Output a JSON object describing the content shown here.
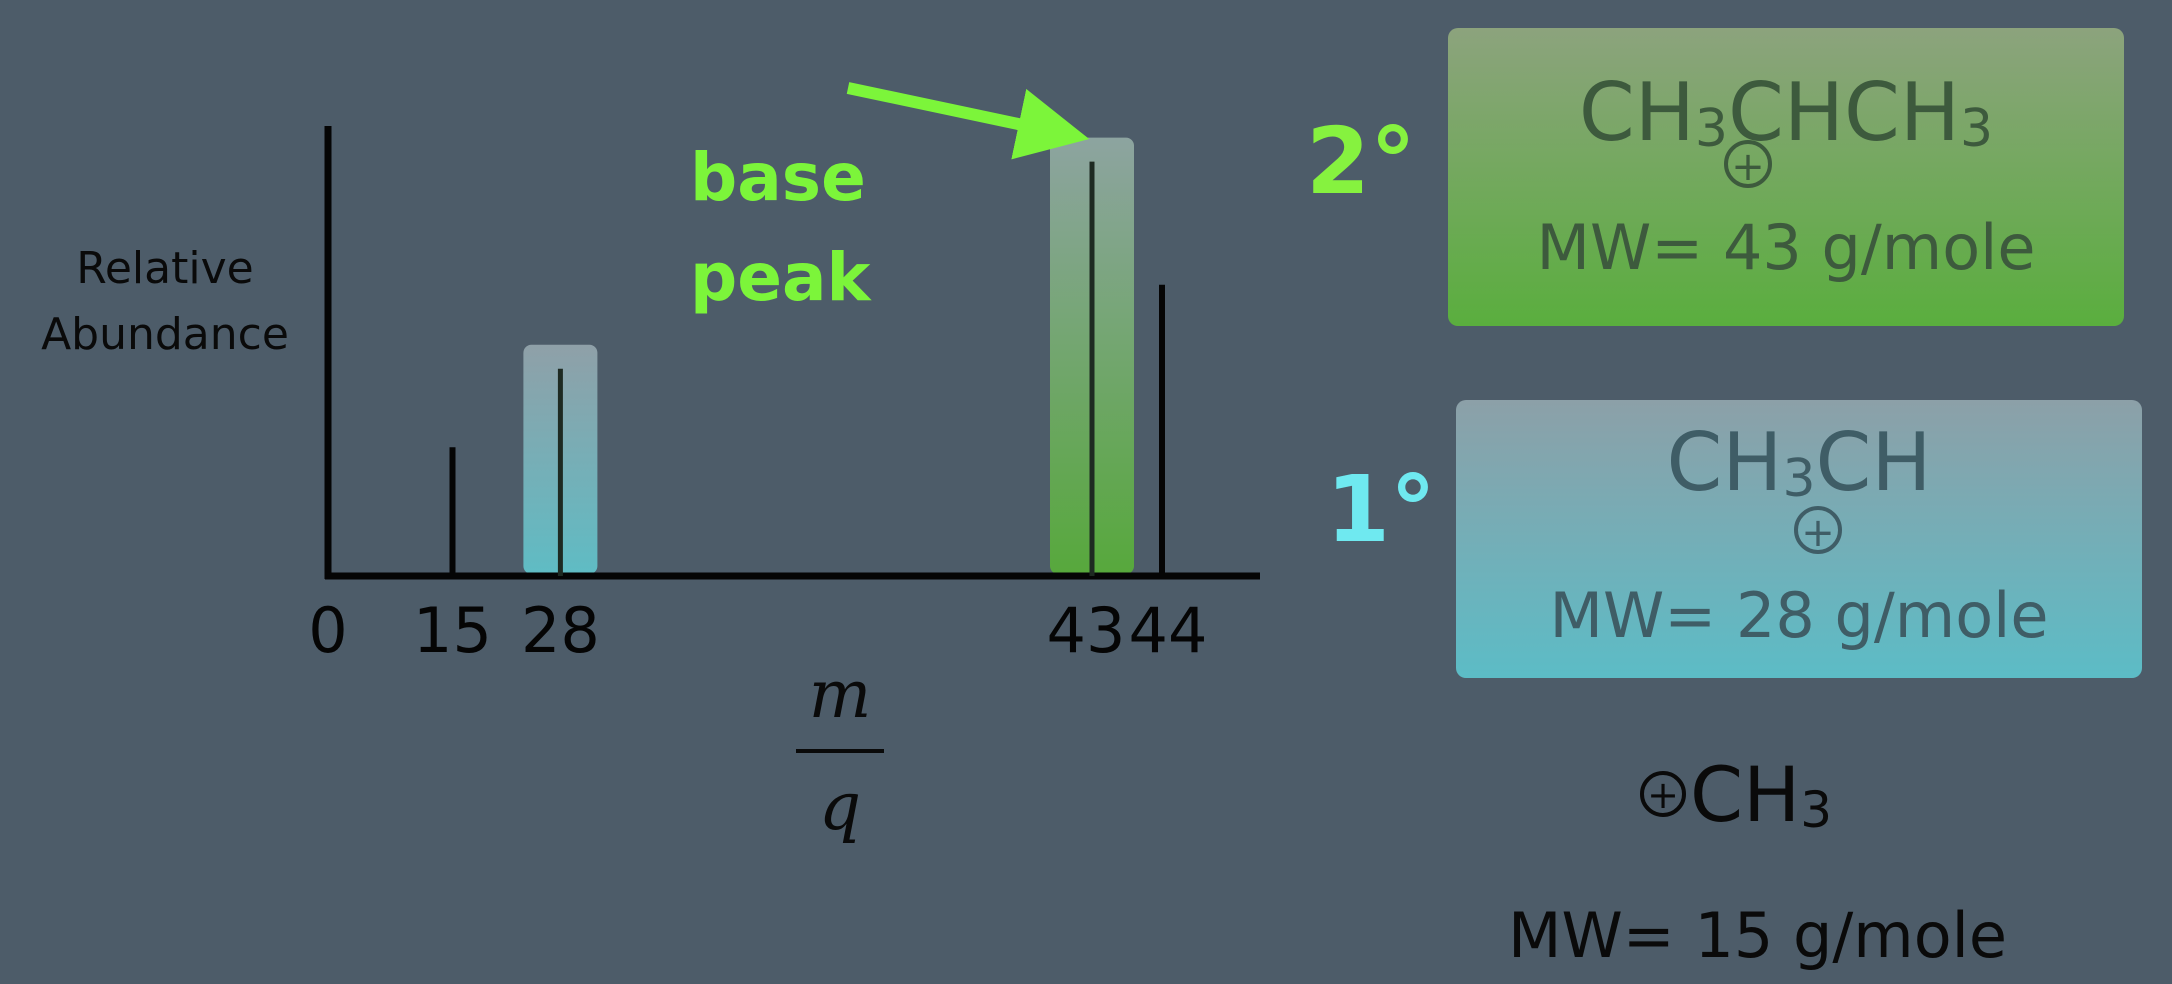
{
  "chart_data": {
    "type": "bar",
    "xlabel": "m/q",
    "ylabel": "Relative Abundance",
    "ylabel_lines": [
      "Relative",
      "Abundance"
    ],
    "x_tick_labels": [
      "0",
      "15",
      "28",
      "43",
      "44"
    ],
    "x_ticks": [
      0,
      15,
      28,
      43,
      44
    ],
    "bars": [
      {
        "x": 15,
        "value": 0.23,
        "highlight": ""
      },
      {
        "x": 28,
        "value": 0.37,
        "highlight": "teal"
      },
      {
        "x": 43,
        "value": 0.74,
        "highlight": "green"
      },
      {
        "x": 44,
        "value": 0.52,
        "highlight": ""
      }
    ],
    "annotation": {
      "lines": [
        "base",
        "peak"
      ],
      "points_to_x": 43
    }
  },
  "fraction": {
    "numerator": "m",
    "denominator": "q"
  },
  "fragments": {
    "secondary": {
      "degree": "2°",
      "formula_parts": [
        "CH",
        "3",
        "CHCH",
        "3"
      ],
      "charge": "+",
      "mw": "MW= 43 g/mole"
    },
    "primary": {
      "degree": "1°",
      "formula_parts": [
        "CH",
        "3",
        "CH"
      ],
      "charge": "+",
      "mw": "MW= 28 g/mole"
    },
    "methyl": {
      "charge": "+",
      "formula_parts": [
        "CH",
        "3"
      ],
      "mw": "MW= 15 g/mole"
    }
  },
  "colors": {
    "background": "#4d5c69",
    "annotation": "#7cf53a",
    "green_box": "#5aae3e",
    "teal_box": "#5cbcc6",
    "primary_degree": "#6fe9f0",
    "secondary_degree": "#86f23f"
  }
}
